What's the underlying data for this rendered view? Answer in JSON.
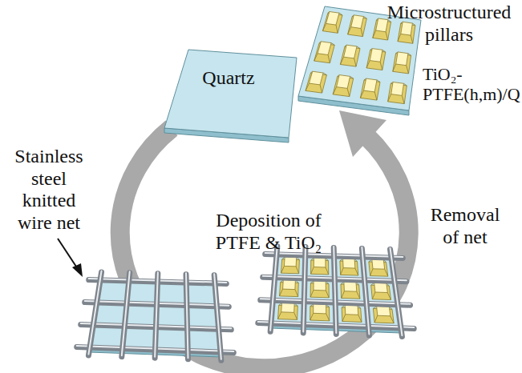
{
  "diagram": {
    "nodes": [
      {
        "text": [
          "Quartz"
        ]
      }
    ],
    "labels": [
      "Microstructured pillars",
      "TiO₂-PTFE(h,m)/Q",
      "Stainless steel knitted wire net",
      "Deposition of PTFE & TiO₂",
      "Removal of net"
    ]
  }
}
